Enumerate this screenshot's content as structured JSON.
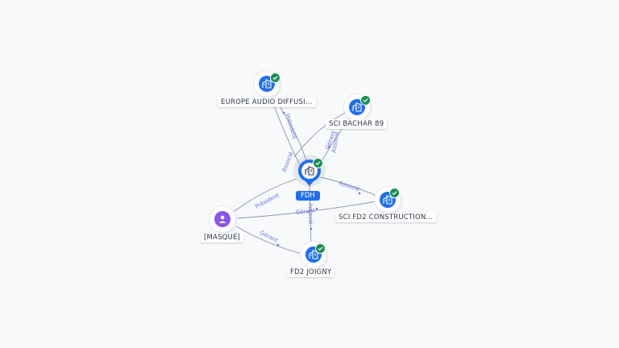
{
  "colors": {
    "company": "#1f6ff0",
    "person": "#8a56e8",
    "verified": "#1a8f52",
    "edge_label": "#6a72e0"
  },
  "center": {
    "label": "FDH",
    "icon": "building-icon"
  },
  "nodes": {
    "europe": {
      "label": "EUROPE AUDIO DIFFUSI...",
      "icon": "building-icon",
      "verified": true
    },
    "bachar": {
      "label": "SCI BACHAR 89",
      "icon": "building-icon",
      "verified": true
    },
    "fd2construction": {
      "label": "SCI FD2 CONSTRUCTION...",
      "icon": "building-icon",
      "verified": true
    },
    "fd2joigny": {
      "label": "FD2 JOIGNY",
      "icon": "building-icon",
      "verified": true
    },
    "masque": {
      "label": "[MASQUÉ]",
      "icon": "person-icon",
      "verified": false
    }
  },
  "edges": {
    "europe_president": "Président",
    "europe_associe": "Associé",
    "bachar_gerant": "Gérant",
    "bachar_associe": "Associé",
    "fd2c_associe": "Associé",
    "masque_president": "Président",
    "masque_gerant_fd2c": "Gérant",
    "masque_gerant_joigny": "Gérant",
    "joigny_associe": "Associé"
  }
}
